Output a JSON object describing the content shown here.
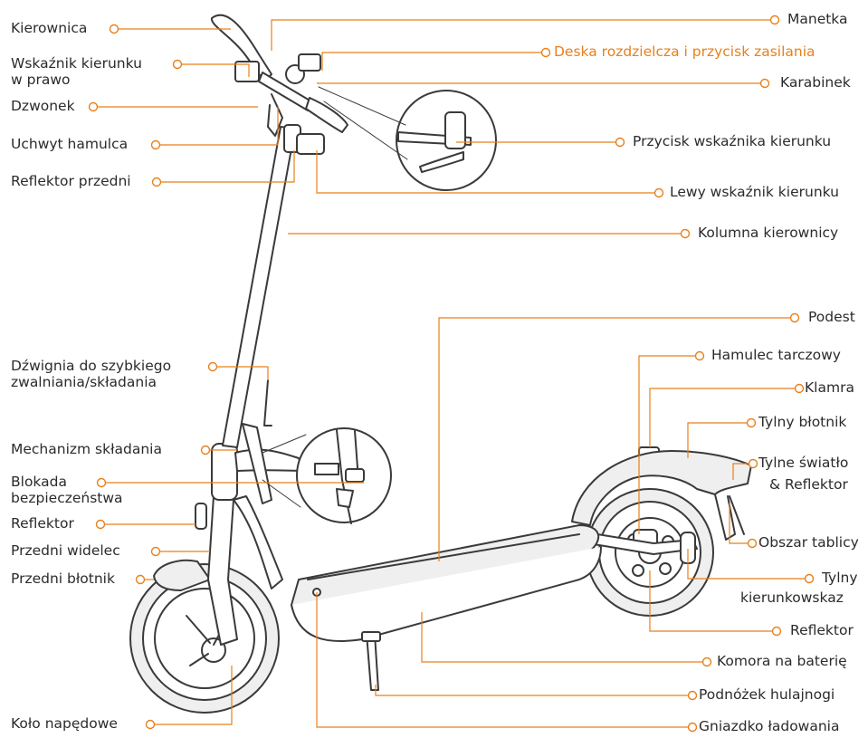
{
  "colors": {
    "leader": "#e8801a",
    "text": "#2b2b2b",
    "highlight": "#e8801a",
    "line": "#3a3a3a",
    "fill": "#efefef"
  },
  "labels": {
    "kierownica": "Kierownica",
    "wskaznik_prawo_1": "Wskaźnik kierunku",
    "wskaznik_prawo_2": "w prawo",
    "dzwonek": "Dzwonek",
    "uchwyt_hamulca": "Uchwyt hamulca",
    "reflektor_przedni": "Reflektor przedni",
    "dzwignia_1": "Dźwignia do szybkiego",
    "dzwignia_2": "zwalniania/składania",
    "mechanizm": "Mechanizm składania",
    "blokada_1": "Blokada",
    "blokada_2": "bezpieczeństwa",
    "reflektor_l": "Reflektor",
    "przedni_widelec": "Przedni widelec",
    "przedni_blotnik": "Przedni błotnik",
    "kolo": "Koło napędowe",
    "manetka": "Manetka",
    "deska": "Deska rozdzielcza i przycisk zasilania",
    "karabinek": "Karabinek",
    "przycisk_wsk": "Przycisk wskaźnika kierunku",
    "lewy_wsk": "Lewy wskaźnik kierunku",
    "kolumna": "Kolumna kierownicy",
    "podest": "Podest",
    "hamulec": "Hamulec tarczowy",
    "klamra": "Klamra",
    "tylny_blotnik": "Tylny błotnik",
    "tylne_swiatlo_1": "Tylne światło",
    "tylne_swiatlo_2": "& Reflektor",
    "obszar": "Obszar tablicy",
    "tylny_kier_1": "Tylny",
    "tylny_kier_2": "kierunkowskaz",
    "reflektor_r": "Reflektor",
    "komora": "Komora na baterię",
    "podnozek": "Podnóżek hulajnogi",
    "gniazdko": "Gniazdko ładowania"
  }
}
